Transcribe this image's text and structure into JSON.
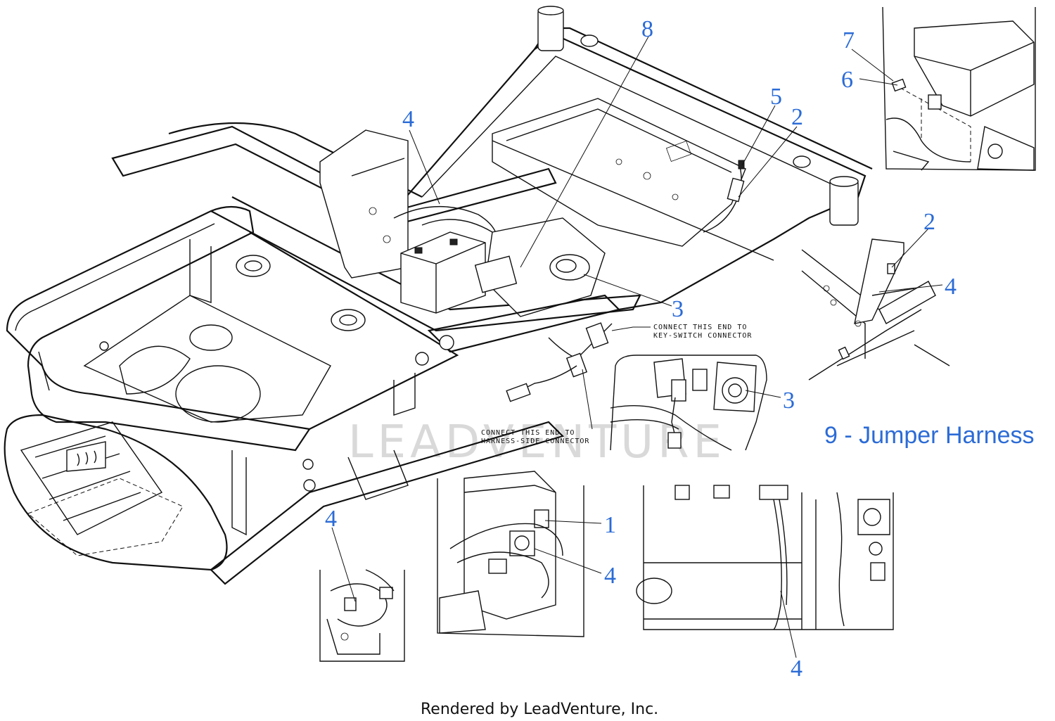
{
  "callouts": {
    "c8": "8",
    "c4_top": "4",
    "c5": "5",
    "c2_top": "2",
    "c7": "7",
    "c6": "6",
    "c2_right": "2",
    "c4_right": "4",
    "c3_main": "3",
    "c3_inset": "3",
    "c1": "1",
    "c4_mid": "4",
    "c4_left": "4",
    "c4_bottom": "4"
  },
  "legend": "9 - Jumper Harness",
  "notes": {
    "keyswitch_line1": "CONNECT THIS END TO",
    "keyswitch_line2": "KEY-SWITCH CONNECTOR",
    "harness_line1": "CONNECT THIS END TO",
    "harness_line2": "HARNESS-SIDE CONNECTOR"
  },
  "watermark": "LEADVENTURE",
  "footer": "Rendered by LeadVenture, Inc.",
  "colors": {
    "callout": "#2b6bd6",
    "line": "#111111",
    "watermark": "#d9d9d9"
  }
}
